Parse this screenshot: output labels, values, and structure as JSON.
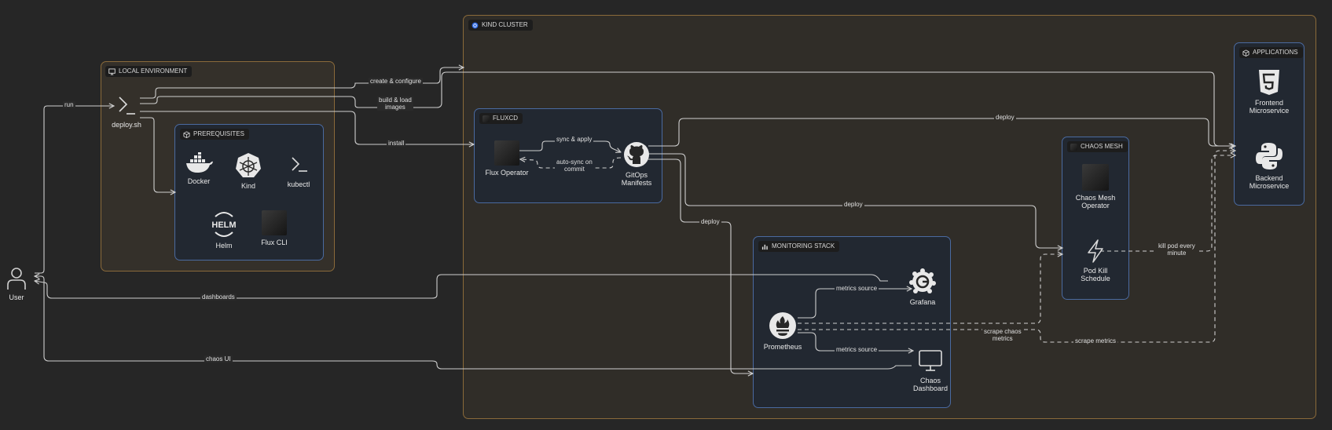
{
  "groups": {
    "local": "LOCAL ENVIRONMENT",
    "prereq": "PREREQUISITES",
    "cluster": "KIND CLUSTER",
    "fluxcd": "FLUXCD",
    "monitoring": "MONITORING STACK",
    "chaos": "CHAOS MESH",
    "apps": "APPLICATIONS"
  },
  "nodes": {
    "user": "User",
    "deploy": "deploy.sh",
    "docker": "Docker",
    "kind": "Kind",
    "kubectl": "kubectl",
    "helm": "Helm",
    "fluxcli": "Flux CLI",
    "flux_op": "Flux Operator",
    "gitops": [
      "GitOps",
      "Manifests"
    ],
    "chaos_op": [
      "Chaos Mesh",
      "Operator"
    ],
    "podkill": [
      "Pod Kill",
      "Schedule"
    ],
    "frontend": [
      "Frontend",
      "Microservice"
    ],
    "backend": [
      "Backend",
      "Microservice"
    ],
    "grafana": "Grafana",
    "prometheus": "Prometheus",
    "chaos_dash": [
      "Chaos",
      "Dashboard"
    ]
  },
  "edges": {
    "run": "run",
    "create": "create & configure",
    "build": [
      "build & load",
      "images"
    ],
    "install": "install",
    "sync": "sync & apply",
    "autosync": [
      "auto-sync on",
      "commit"
    ],
    "deploy_fe": "deploy",
    "deploy_chaos": "deploy",
    "deploy_mon": "deploy",
    "dashboards": "dashboards",
    "chaos_ui": "chaos UI",
    "metrics1": "metrics source",
    "metrics2": "metrics source",
    "scrape_chaos": [
      "scrape chaos",
      "metrics"
    ],
    "scrape": "scrape metrics",
    "killpod": [
      "kill pod every",
      "minute"
    ]
  },
  "icons": {
    "local": "monitor-icon",
    "prereq": "cube-icon",
    "cluster": "kubernetes-icon",
    "monitoring": "bar-chart-icon",
    "apps": "cube-icon",
    "user": "user-icon",
    "deploy": "terminal-icon",
    "gitops": "github-icon",
    "grafana": "grafana-icon",
    "prometheus": "prometheus-icon",
    "podkill": "lightning-icon",
    "frontend": "html5-icon",
    "backend": "python-icon",
    "chaos_dash": "monitor-icon"
  },
  "colors": {
    "background": "#262626",
    "group_border_env": "#8a6a3a",
    "group_border_blue": "#4a6aa0",
    "edge": "#cfcfcf"
  }
}
